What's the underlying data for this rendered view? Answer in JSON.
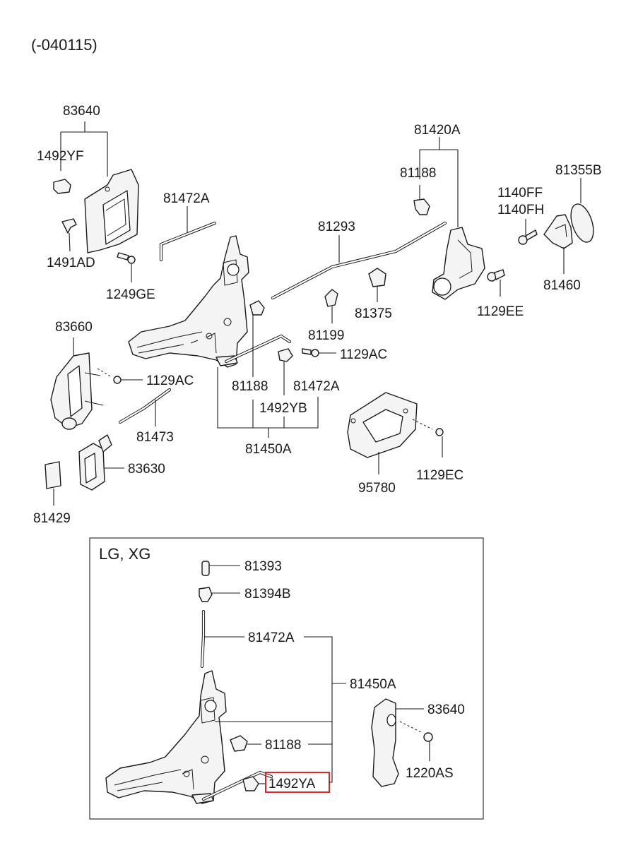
{
  "header": {
    "range": "(-040115)"
  },
  "parts": {
    "p83640_top": "83640",
    "p1492YF": "1492YF",
    "p1491AD": "1491AD",
    "p1249GE": "1249GE",
    "p81472A_top": "81472A",
    "p81293": "81293",
    "p81420A": "81420A",
    "p81188_top": "81188",
    "p1140FF": "1140FF",
    "p1140FH": "1140FH",
    "p81355B": "81355B",
    "p81460": "81460",
    "p81375": "81375",
    "p1129EE": "1129EE",
    "p81199": "81199",
    "p1129AC_mid": "1129AC",
    "p83660": "83660",
    "p1129AC_left": "1129AC",
    "p81188_mid": "81188",
    "p81472A_mid": "81472A",
    "p1492YB": "1492YB",
    "p81450A_mid": "81450A",
    "p81473": "81473",
    "p83630": "83630",
    "p81429": "81429",
    "p95780": "95780",
    "p1129EC": "1129EC"
  },
  "inset": {
    "title": "LG, XG",
    "p81393": "81393",
    "p81394B": "81394B",
    "p81472A": "81472A",
    "p81450A": "81450A",
    "p83640": "83640",
    "p81188": "81188",
    "p1220AS": "1220AS",
    "p1492YA": "1492YA"
  },
  "highlight_color": "#e0262b"
}
